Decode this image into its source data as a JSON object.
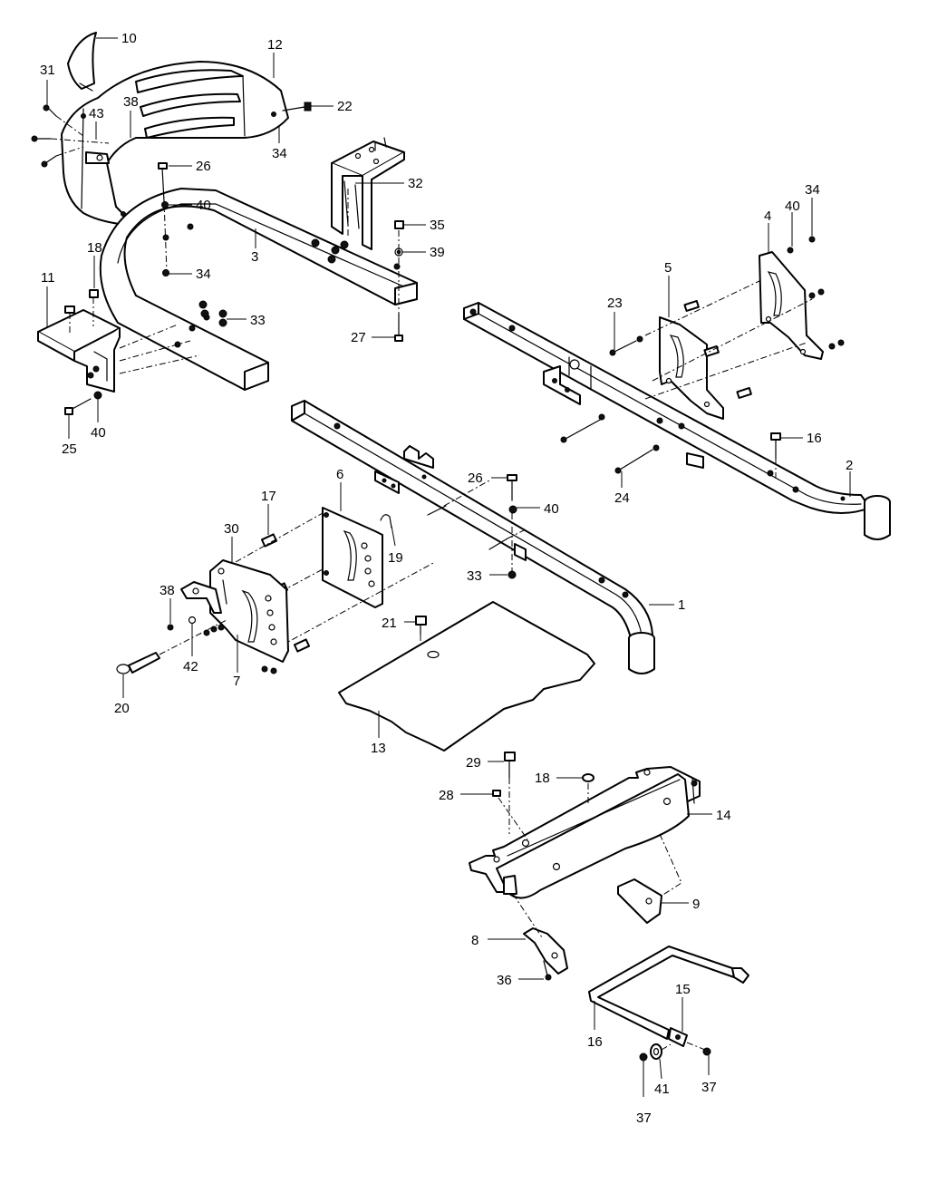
{
  "diagram": {
    "callouts": [
      {
        "id": "c10",
        "text": "10"
      },
      {
        "id": "c12",
        "text": "12"
      },
      {
        "id": "c31",
        "text": "31"
      },
      {
        "id": "c38a",
        "text": "38"
      },
      {
        "id": "c43",
        "text": "43"
      },
      {
        "id": "c22",
        "text": "22"
      },
      {
        "id": "c34a",
        "text": "34"
      },
      {
        "id": "c26a",
        "text": "26"
      },
      {
        "id": "c32",
        "text": "32"
      },
      {
        "id": "c40a",
        "text": "40"
      },
      {
        "id": "c35",
        "text": "35"
      },
      {
        "id": "c3",
        "text": "3"
      },
      {
        "id": "c39",
        "text": "39"
      },
      {
        "id": "c34b",
        "text": "34"
      },
      {
        "id": "c18a",
        "text": "18"
      },
      {
        "id": "c11",
        "text": "11"
      },
      {
        "id": "c33a",
        "text": "33"
      },
      {
        "id": "c27",
        "text": "27"
      },
      {
        "id": "c25",
        "text": "25"
      },
      {
        "id": "c40b",
        "text": "40"
      },
      {
        "id": "c34c",
        "text": "34"
      },
      {
        "id": "c40c",
        "text": "40"
      },
      {
        "id": "c4",
        "text": "4"
      },
      {
        "id": "c5",
        "text": "5"
      },
      {
        "id": "c23",
        "text": "23"
      },
      {
        "id": "c16a",
        "text": "16"
      },
      {
        "id": "c2",
        "text": "2"
      },
      {
        "id": "c24",
        "text": "24"
      },
      {
        "id": "c26b",
        "text": "26"
      },
      {
        "id": "c40d",
        "text": "40"
      },
      {
        "id": "c6",
        "text": "6"
      },
      {
        "id": "c17",
        "text": "17"
      },
      {
        "id": "c30",
        "text": "30"
      },
      {
        "id": "c19",
        "text": "19"
      },
      {
        "id": "c33b",
        "text": "33"
      },
      {
        "id": "c1",
        "text": "1"
      },
      {
        "id": "c38b",
        "text": "38"
      },
      {
        "id": "c21",
        "text": "21"
      },
      {
        "id": "c42",
        "text": "42"
      },
      {
        "id": "c7",
        "text": "7"
      },
      {
        "id": "c20",
        "text": "20"
      },
      {
        "id": "c13",
        "text": "13"
      },
      {
        "id": "c29",
        "text": "29"
      },
      {
        "id": "c18b",
        "text": "18"
      },
      {
        "id": "c28",
        "text": "28"
      },
      {
        "id": "c14",
        "text": "14"
      },
      {
        "id": "c9",
        "text": "9"
      },
      {
        "id": "c8",
        "text": "8"
      },
      {
        "id": "c36",
        "text": "36"
      },
      {
        "id": "c15",
        "text": "15"
      },
      {
        "id": "c16b",
        "text": "16"
      },
      {
        "id": "c37a",
        "text": "37"
      },
      {
        "id": "c41",
        "text": "41"
      },
      {
        "id": "c37b",
        "text": "37"
      }
    ]
  }
}
